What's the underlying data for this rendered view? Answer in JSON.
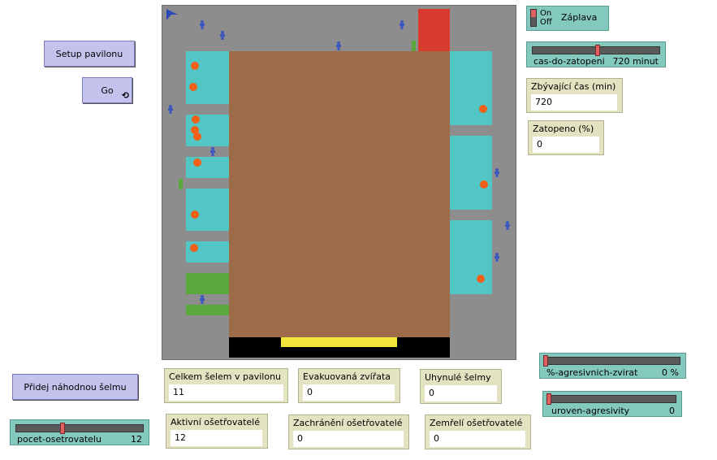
{
  "buttons": {
    "setup": "Setup pavilonu",
    "go": "Go",
    "add_beast": "Přidej náhodnou šelmu"
  },
  "switch": {
    "on_label": "On",
    "off_label": "Off",
    "name": "Záplava"
  },
  "sliders": {
    "cas_do_zatopeni": {
      "name": "cas-do-zatopeni",
      "value": "720 minut",
      "level": 0.55
    },
    "pocet_osetrovatelu": {
      "name": "pocet-osetrovatelu",
      "value": "12",
      "level": 0.37
    },
    "agresivnich_zvirat": {
      "name": "%-agresivnich-zvirat",
      "value": "0 %",
      "level": 0
    },
    "uroven_agresivity": {
      "name": "uroven-agresivity",
      "value": "0",
      "level": 0
    }
  },
  "monitors": {
    "zbyvajici_cas": {
      "label": "Zbývající čas (min)",
      "value": "720"
    },
    "zatopeno": {
      "label": "Zatopeno (%)",
      "value": "0"
    },
    "celkem_selem": {
      "label": "Celkem šelem v pavilonu",
      "value": "11"
    },
    "evakuovana": {
      "label": "Evakuovaná zvířata",
      "value": "0"
    },
    "uhynule": {
      "label": "Uhynulé šelmy",
      "value": "0"
    },
    "aktivni": {
      "label": "Aktivní ošetřovatelé",
      "value": "12"
    },
    "zachraneni": {
      "label": "Zachránění ošetřovatelé",
      "value": "0"
    },
    "zemreli": {
      "label": "Zemřelí ošetřovatelé",
      "value": "0"
    }
  },
  "world": {
    "colors": {
      "floor": "#8d8d8d",
      "center": "#9d6b47",
      "enclosure": "#52c5c5",
      "grass": "#58a83c",
      "exit_red": "#d93a2e",
      "water_black": "#000000",
      "yellow": "#f0e63c",
      "animal": "#f06018",
      "keeper": "#3b58c0"
    },
    "icons": [
      "world-corner-arrow-icon",
      "keeper-person-icon",
      "animal-icon"
    ]
  }
}
